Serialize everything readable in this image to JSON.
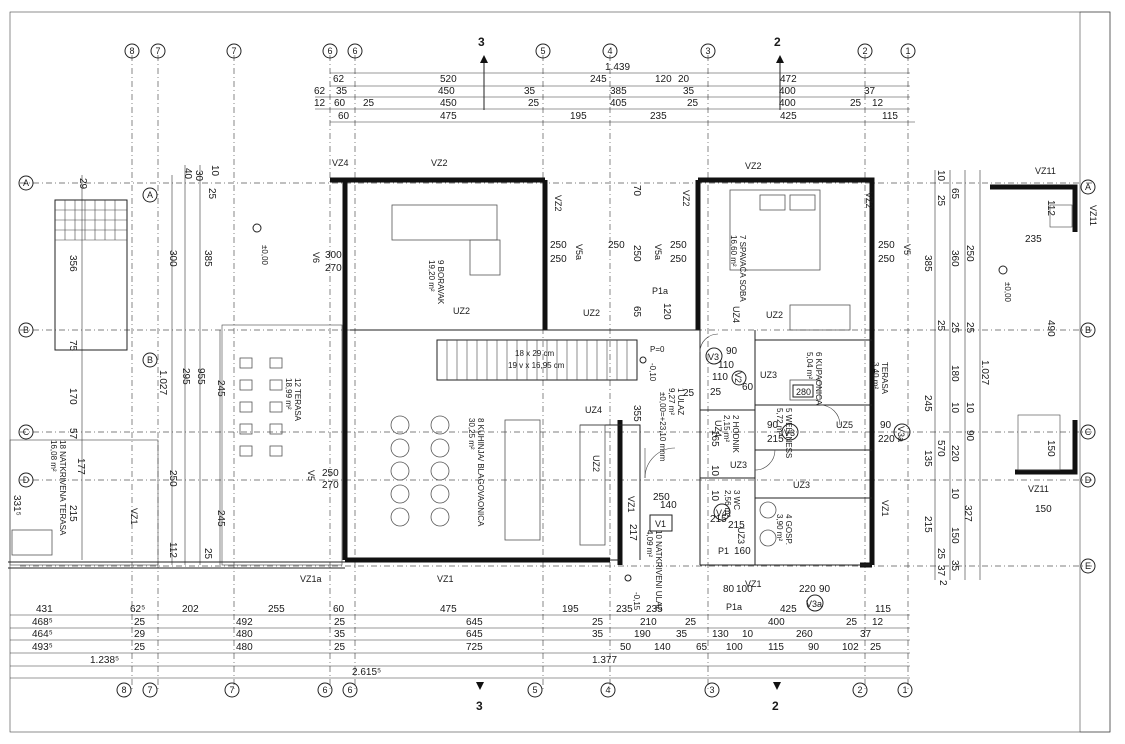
{
  "axes": {
    "top": [
      "8",
      "7",
      "7",
      "6",
      "6",
      "5",
      "4",
      "3",
      "2",
      "1"
    ],
    "bottom": [
      "8",
      "7",
      "7",
      "6",
      "6",
      "5",
      "4",
      "3",
      "2",
      "1"
    ],
    "left": [
      "A",
      "B",
      "C",
      "D"
    ],
    "right": [
      "A",
      "B",
      "C",
      "D",
      "E"
    ]
  },
  "sections": {
    "s3": "3",
    "s2": "2"
  },
  "rooms": {
    "boravak": {
      "name": "9 BORAVAK",
      "area": "19,20 m²"
    },
    "spavaca": {
      "name": "7 SPAVAĆA SOBA",
      "area": "16,60 m²"
    },
    "terasa_left": {
      "name": "12 TERASA",
      "area": "18,99 m²"
    },
    "kuhinja": {
      "name": "8 KUHINJA/ BLAGOVAONICA",
      "area": "30,25 m²"
    },
    "natkrivena_terasa": {
      "name": "18 NATKRIVENA TERASA",
      "area": "16,08 m²"
    },
    "ulaz": {
      "name": "1 ULAZ",
      "area": "9,27 m²"
    },
    "hodnik": {
      "name": "2 HODNIK",
      "area": "2,15 m²"
    },
    "wellness": {
      "name": "5 WELLNESS",
      "area": "5,72 m²"
    },
    "kupaonica": {
      "name": "6 KUPAONICA",
      "area": "5,04 m²"
    },
    "gosp": {
      "name": "4 GOSP.",
      "area": "3,90 m²"
    },
    "wc": {
      "name": "3 WC",
      "area": "2,56 m²"
    },
    "natkriveni_ulaz": {
      "name": "10 NATKRIVENI ULAZ",
      "area": "4,09 m²"
    },
    "terasa_right": {
      "name": "TERASA",
      "area": "3,40 m²"
    }
  },
  "stair": {
    "line1": "18 x 29 cm",
    "line2": "19 v x 16,95 cm"
  },
  "levels": {
    "l1": "±0,00",
    "l2": "±0,00",
    "l3": "P=0",
    "l4": "-0,10",
    "l5": "±0,00=+23,10 mnm",
    "l6": "-0,15"
  },
  "tags": {
    "vz4a": "VZ4",
    "vz2a": "VZ2",
    "vz2b": "VZ2",
    "vz11a": "VZ11",
    "vz11b": "VZ11",
    "vz11c": "VZ11",
    "vz2c": "VZ2",
    "vz2d": "VZ2",
    "vz2e": "VZ2",
    "v6": "V6",
    "v5a": "V5a",
    "v5b": "V5a",
    "v5c": "V5",
    "v5d": "V5",
    "p1a": "P1a",
    "p1b": "P1a",
    "uz2a": "UZ2",
    "uz2b": "UZ2",
    "uz2c": "UZ2",
    "uz2d": "UZ2",
    "uz4a": "UZ4",
    "uz4b": "UZ4",
    "uz4c": "UZ4",
    "uz3a": "UZ3",
    "uz3b": "UZ3",
    "uz3c": "UZ3",
    "uz3d": "UZ3",
    "uz5": "UZ5",
    "v3a": "V3",
    "v3b": "V3",
    "v3c": "V3a",
    "v3d": "V3a",
    "v2": "V2",
    "v4": "V4",
    "v1": "V1",
    "vz1a": "VZ1a",
    "vz1b": "VZ1",
    "vz1c": "VZ1",
    "vz1d": "VZ1",
    "vz1e": "VZ1",
    "vz1f": "VZ1",
    "p1": "P1",
    "v6b": "V5",
    "t280": "280"
  },
  "dims_top": {
    "r1": [
      "1.439"
    ],
    "r2": [
      "62",
      "520",
      "245",
      "120",
      "20",
      "472"
    ],
    "r3": [
      "62",
      "35",
      "450",
      "35",
      "385",
      "35",
      "400",
      "37"
    ],
    "r4": [
      "12",
      "60",
      "25",
      "450",
      "25",
      "405",
      "25",
      "400",
      "25",
      "12"
    ],
    "r5": [
      "60",
      "475",
      "195",
      "235",
      "425",
      "115"
    ]
  },
  "dims_bottom": {
    "r1": [
      "431",
      "62⁵",
      "202",
      "255",
      "60",
      "475",
      "195",
      "235",
      "425",
      "115"
    ],
    "r2": [
      "468⁵",
      "25",
      "492",
      "25",
      "645",
      "25",
      "210",
      "25",
      "400",
      "25",
      "12"
    ],
    "r3": [
      "464⁵",
      "29",
      "480",
      "35",
      "645",
      "35",
      "190",
      "35",
      "130",
      "10",
      "260",
      "37"
    ],
    "r4": [
      "493⁵",
      "25",
      "480",
      "25",
      "725",
      "50",
      "140",
      "65",
      "100",
      "115",
      "90",
      "102",
      "25"
    ],
    "r5": [
      "1.238⁵",
      "1.377"
    ],
    "r6": [
      "2.615⁵"
    ]
  },
  "dims_left": {
    "c1": [
      "29",
      "356",
      "75",
      "170",
      "57",
      "177",
      "331⁵",
      "215"
    ],
    "c2": [
      "300",
      "1.027",
      "295"
    ],
    "c3": [
      "385",
      "955",
      "250",
      "112"
    ],
    "c4": [
      "10",
      "40",
      "30",
      "25"
    ],
    "c5": [
      "245",
      "245",
      "25"
    ]
  },
  "dims_right": {
    "c1": [
      "10",
      "25",
      "385",
      "25",
      "245",
      "135",
      "215",
      "25",
      "37"
    ],
    "c2": [
      "65",
      "360",
      "25",
      "180",
      "10",
      "570",
      "10",
      "327",
      "35"
    ],
    "c3": [
      "250",
      "25",
      "10",
      "220",
      "90",
      "150",
      "2"
    ],
    "c4": [
      "235",
      "1.027",
      "490",
      "112",
      "150",
      "150"
    ]
  },
  "dims_inner": {
    "d1": "300",
    "d2": "270",
    "d3": "250",
    "d4": "250",
    "d5": "250",
    "d6": "250",
    "d7": "70",
    "d8": "250",
    "d9": "250",
    "d10": "250",
    "d11": "120",
    "d12": "65",
    "d13": "250",
    "d14": "90",
    "d15": "110",
    "d16": "25",
    "d17": "60",
    "d18": "355",
    "d19": "25",
    "d20": "110",
    "d21": "90",
    "d22": "215",
    "d23": "90",
    "d24": "220",
    "d25": "10",
    "d26": "215",
    "d27": "140",
    "d28": "250",
    "d29": "217",
    "d30": "160",
    "d31": "100",
    "d32": "80",
    "d33": "220",
    "d34": "90",
    "d35": "250",
    "d36": "270",
    "d37": "165",
    "d38": "10",
    "d39": "235",
    "d40": "215"
  }
}
